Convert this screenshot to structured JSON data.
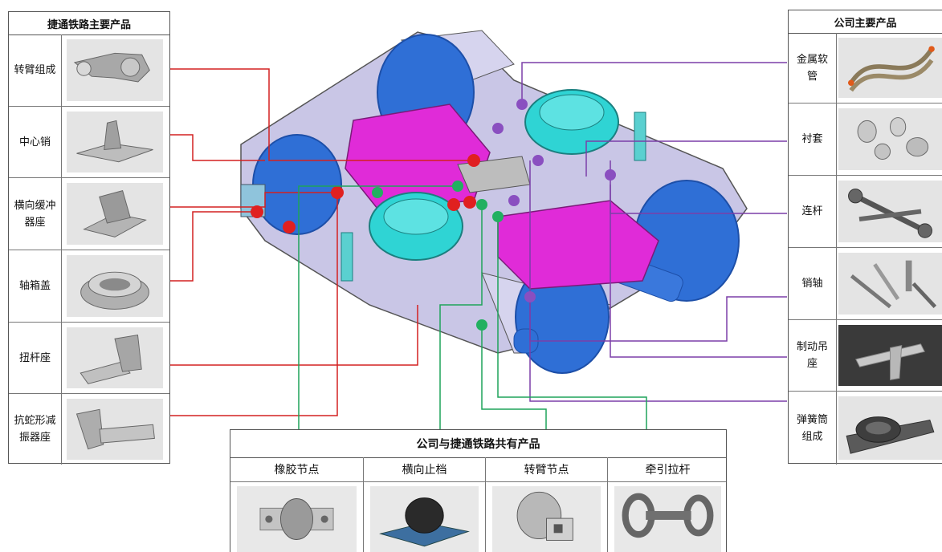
{
  "left_panel": {
    "title": "捷通铁路主要产品",
    "items": [
      {
        "label": "转臂组成"
      },
      {
        "label": "中心销"
      },
      {
        "label": "横向缓冲器座"
      },
      {
        "label": "轴箱盖"
      },
      {
        "label": "扭杆座"
      },
      {
        "label": "抗蛇形减振器座"
      }
    ]
  },
  "right_panel": {
    "title": "公司主要产品",
    "items": [
      {
        "label": "金属软管"
      },
      {
        "label": "衬套"
      },
      {
        "label": "连杆"
      },
      {
        "label": "销轴"
      },
      {
        "label": "制动吊座"
      },
      {
        "label": "弹簧筒组成"
      }
    ]
  },
  "bottom_panel": {
    "title": "公司与捷通铁路共有产品",
    "items": [
      {
        "label": "橡胶节点"
      },
      {
        "label": "横向止档"
      },
      {
        "label": "转臂节点"
      },
      {
        "label": "牵引拉杆"
      }
    ]
  },
  "colors": {
    "jietong": "#d42020",
    "company": "#7b3fa8",
    "shared": "#1fa35a",
    "frame": "#c9c6e6",
    "wheel": "#2f6fd6",
    "motor": "#e02bd8",
    "disc": "#2fd4d4"
  }
}
